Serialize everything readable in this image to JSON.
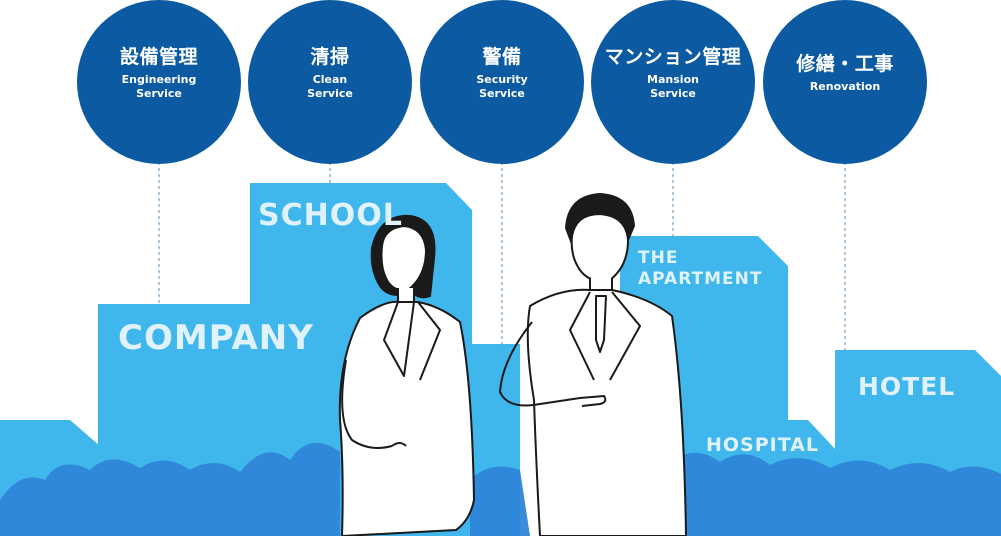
{
  "services": [
    {
      "jp": "設備管理",
      "en1": "Engineering",
      "en2": "Service"
    },
    {
      "jp": "清掃",
      "en1": "Clean",
      "en2": "Service"
    },
    {
      "jp": "警備",
      "en1": "Security",
      "en2": "Service"
    },
    {
      "jp": "マンション管理",
      "en1": "Mansion",
      "en2": "Service"
    },
    {
      "jp": "修繕・工事",
      "en1": "Renovation",
      "en2": ""
    }
  ],
  "buildings": {
    "company": "COMPANY",
    "school": "SCHOOL",
    "apartment_line1": "THE",
    "apartment_line2": "APARTMENT",
    "hospital": "HOSPITAL",
    "hotel": "HOTEL"
  },
  "colors": {
    "circle": "#0b5aa2",
    "building": "#3fb6ec",
    "building_text": "#dff2fd",
    "foliage": "#2e86d8",
    "figure_line": "#1a1a1a"
  },
  "figures": [
    "businesswoman-figure",
    "businessman-figure"
  ]
}
